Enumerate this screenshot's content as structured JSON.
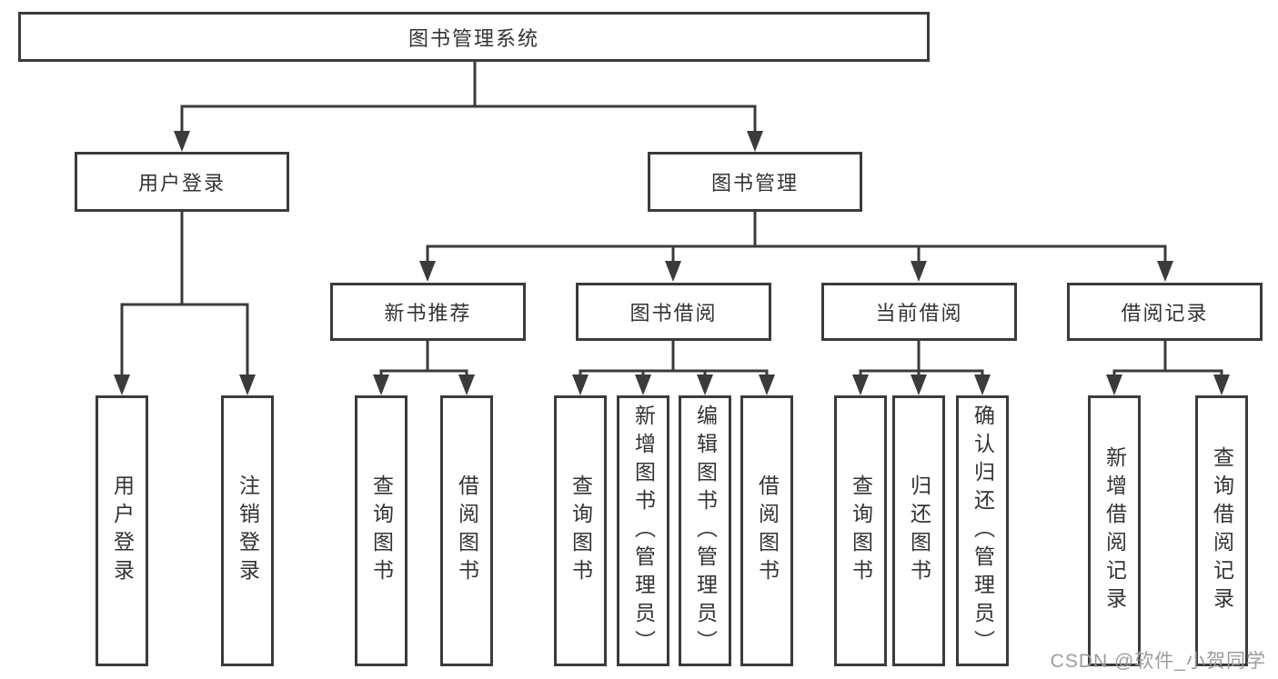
{
  "diagram": {
    "root": {
      "label": "图书管理系统"
    },
    "branches": [
      {
        "label": "用户登录",
        "children": [
          {
            "label": "用户登录"
          },
          {
            "label": "注销登录"
          }
        ]
      },
      {
        "label": "图书管理",
        "children": [
          {
            "label": "新书推荐",
            "children": [
              {
                "label": "查询图书"
              },
              {
                "label": "借阅图书"
              }
            ]
          },
          {
            "label": "图书借阅",
            "children": [
              {
                "label": "查询图书"
              },
              {
                "label": "新增图书（管理员）"
              },
              {
                "label": "编辑图书（管理员）"
              },
              {
                "label": "借阅图书"
              }
            ]
          },
          {
            "label": "当前借阅",
            "children": [
              {
                "label": "查询图书"
              },
              {
                "label": "归还图书"
              },
              {
                "label": "确认归还（管理员）"
              }
            ]
          },
          {
            "label": "借阅记录",
            "children": [
              {
                "label": "新增借阅记录"
              },
              {
                "label": "查询借阅记录"
              }
            ]
          }
        ]
      }
    ]
  },
  "watermark": {
    "text": "CSDN @软件_小贺同学"
  },
  "colors": {
    "line": "#3b3b3b",
    "box_border": "#3b3b3b",
    "text": "#333333",
    "watermark": "#9c9c9c",
    "background": "#ffffff"
  }
}
